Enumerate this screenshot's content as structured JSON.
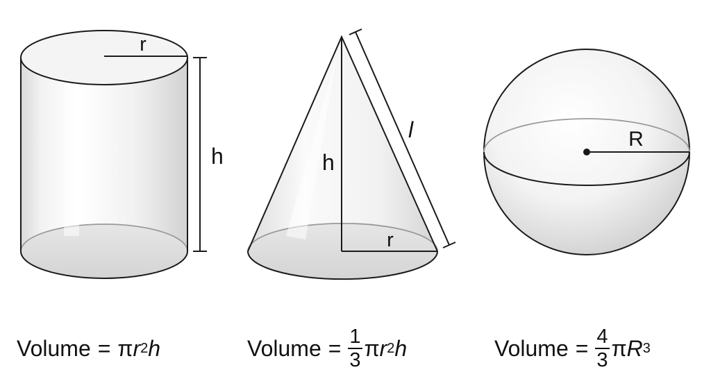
{
  "colors": {
    "stroke": "#1a1a1a",
    "fill_light": "#f7f7f7",
    "fill_shade": "#d8d8d8",
    "inner_edge": "#9a9a9a"
  },
  "labels": {
    "cylinder": {
      "radius": "r",
      "height": "h"
    },
    "cone": {
      "height": "h",
      "radius": "r",
      "slant": "l"
    },
    "sphere": {
      "radius": "R"
    }
  },
  "formulas": {
    "cylinder": {
      "word": "Volume",
      "equals": "=",
      "pi": "π",
      "var": "r",
      "exp": "2",
      "tail": "h"
    },
    "cone": {
      "word": "Volume",
      "equals": "=",
      "numerator": "1",
      "denominator": "3",
      "pi": "π",
      "var": "r",
      "exp": "2",
      "tail": "h"
    },
    "sphere": {
      "word": "Volume",
      "equals": "=",
      "numerator": "4",
      "denominator": "3",
      "pi": "π",
      "var": "R",
      "exp": "3"
    }
  }
}
